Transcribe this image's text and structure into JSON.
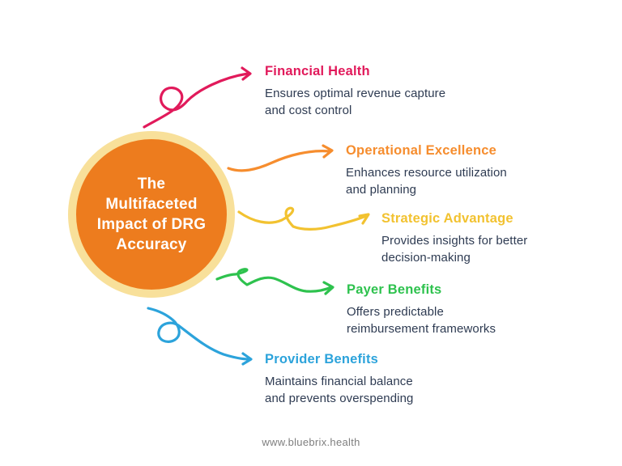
{
  "page": {
    "background": "#FFFFFF"
  },
  "center": {
    "lines": [
      "The",
      "Multifaceted",
      "Impact of DRG",
      "Accuracy"
    ],
    "fill_color": "#ED7C1E",
    "ring_color": "#F8E09A",
    "text_color": "#FFFFFF"
  },
  "items": [
    {
      "title": "Financial Health",
      "desc": [
        "Ensures optimal revenue capture",
        "and cost control"
      ],
      "color": "#E11A5B"
    },
    {
      "title": "Operational Excellence",
      "desc": [
        "Enhances resource utilization",
        "and planning"
      ],
      "color": "#F68D2E"
    },
    {
      "title": "Strategic Advantage",
      "desc": [
        "Provides insights for better",
        "decision-making"
      ],
      "color": "#F2C230"
    },
    {
      "title": "Payer Benefits",
      "desc": [
        "Offers predictable",
        "reimbursement frameworks"
      ],
      "color": "#2EC24E"
    },
    {
      "title": "Provider Benefits",
      "desc": [
        "Maintains financial balance",
        "and prevents overspending"
      ],
      "color": "#2CA3DB"
    }
  ],
  "body_text_color": "#2E3B52",
  "footer": {
    "url": "www.bluebrix.health",
    "color": "#7F7F7F"
  }
}
